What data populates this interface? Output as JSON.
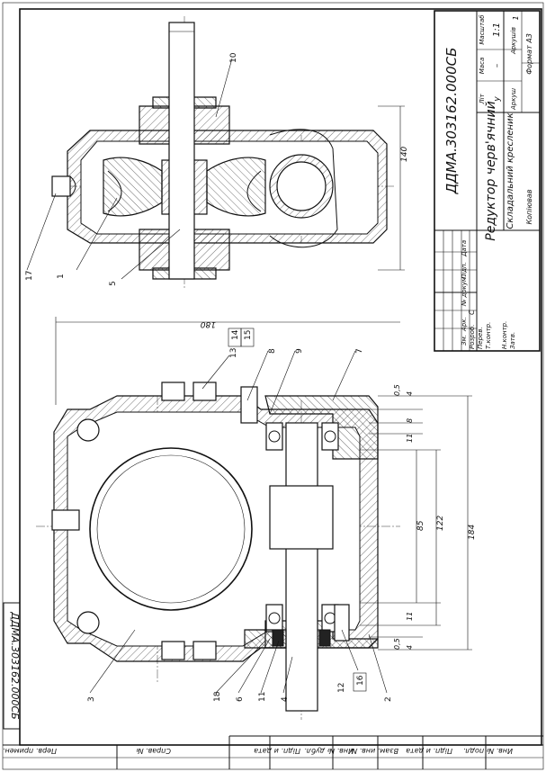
{
  "designation": "ДДМА.303162.000СБ",
  "title_line1": "Редуктор черв'ячний",
  "title_line2": "Складальний кресленик",
  "stamp_headers": {
    "lit": "Літ",
    "mass": "Маса",
    "scale": "Масштаб",
    "sheet": "Аркуш",
    "sheets": "Аркушів"
  },
  "stamp_values": {
    "lit": "у",
    "mass": "–",
    "scale": "1:1",
    "sheets": "1"
  },
  "stamp_rows": {
    "change": "Зм.",
    "sheet": "Арк.",
    "doc": "№ докум.",
    "sign": "Підп.",
    "date": "Дата",
    "developed": "Розроб.",
    "checked": "Перев.",
    "tcontrol": "Т.контр.",
    "ncontrol": "Н.контр.",
    "approved": "Затв.",
    "developer_initial": "С"
  },
  "copied": "Копіював",
  "format": "Формат  А3",
  "side_strip": {
    "perv_primen": "Перв. примен.",
    "sprav": "Справ. №",
    "podp_data_1": "Підп. и дата",
    "inv_dubl": "Инв. № дубл.",
    "vzam_inv": "Взам. инв. №",
    "podp_data_2": "Підп. и дата",
    "inv_podl": "Инв. № подл."
  },
  "dimensions": {
    "top_height": "140",
    "width": "180",
    "shaft_span": "184",
    "bore_span": "122",
    "inner_span": "85",
    "d_05_top": "0,5",
    "d_4_top": "4",
    "d_8": "8",
    "d_11_top": "11",
    "d_11_bottom": "11",
    "d_05_bottom": "0,5",
    "d_4_bottom": "4"
  },
  "callouts": {
    "c1": "1",
    "c2": "2",
    "c3": "3",
    "c4": "4",
    "c5": "5",
    "c6": "6",
    "c7": "7",
    "c8": "8",
    "c9": "9",
    "c10": "10",
    "c11": "11",
    "c12": "12",
    "c13": "13",
    "c14": "14",
    "c15": "15",
    "c16": "16",
    "c17": "17",
    "c18": "18"
  }
}
